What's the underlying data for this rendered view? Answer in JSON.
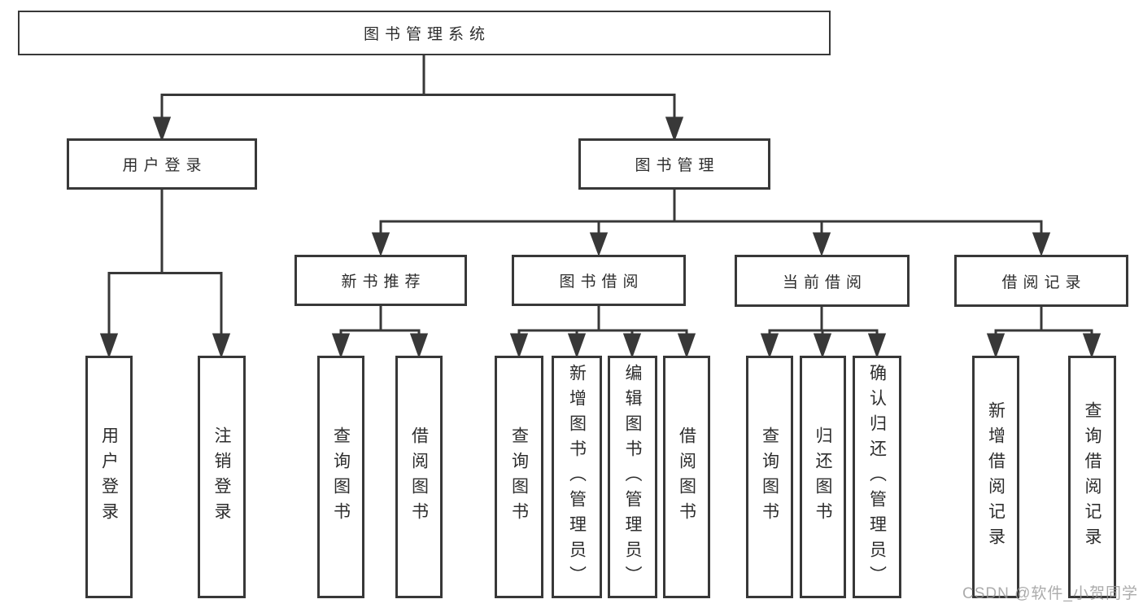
{
  "tree": {
    "root": {
      "label": "图书管理系统"
    },
    "branches": [
      {
        "label": "用户登录",
        "children": [
          {
            "label": "用户登录"
          },
          {
            "label": "注销登录"
          }
        ]
      },
      {
        "label": "图书管理",
        "children": [
          {
            "label": "新书推荐",
            "children": [
              {
                "label": "查询图书"
              },
              {
                "label": "借阅图书"
              }
            ]
          },
          {
            "label": "图书借阅",
            "children": [
              {
                "label": "查询图书"
              },
              {
                "label": "新增图书（管理员）"
              },
              {
                "label": "编辑图书（管理员）"
              },
              {
                "label": "借阅图书"
              }
            ]
          },
          {
            "label": "当前借阅",
            "children": [
              {
                "label": "查询图书"
              },
              {
                "label": "归还图书"
              },
              {
                "label": "确认归还（管理员）"
              }
            ]
          },
          {
            "label": "借阅记录",
            "children": [
              {
                "label": "新增借阅记录"
              },
              {
                "label": "查询借阅记录"
              }
            ]
          }
        ]
      }
    ]
  },
  "watermark": {
    "text": "CSDN @软件_小贺同学"
  },
  "colors": {
    "line": "#383838",
    "box_border": "#383838",
    "text": "#2d2d2d",
    "background": "#ffffff",
    "watermark": "#969696"
  }
}
